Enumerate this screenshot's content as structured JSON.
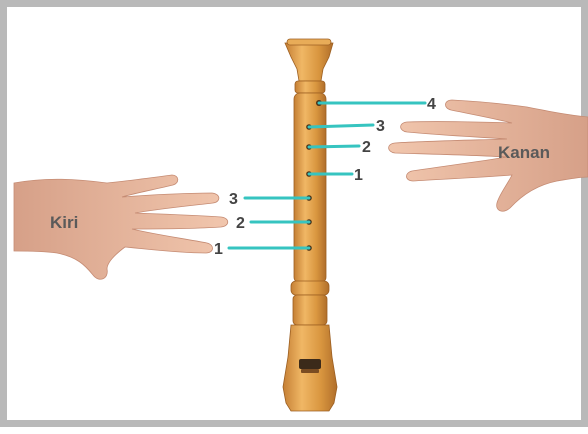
{
  "diagram": {
    "left_hand_label": "Kiri",
    "right_hand_label": "Kanan",
    "left_fingers": [
      "3",
      "2",
      "1"
    ],
    "right_fingers": [
      "4",
      "3",
      "2",
      "1"
    ]
  },
  "colors": {
    "line": "#36c4c0",
    "recorder": "#d99a4c",
    "skin": "#e9b79d",
    "frame": "#b9b9b9"
  }
}
